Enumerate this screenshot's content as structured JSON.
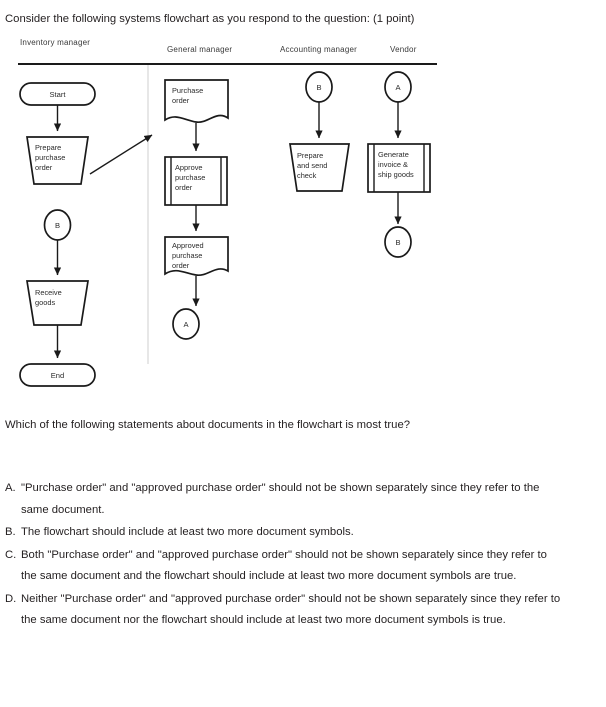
{
  "prompt": "Consider the following systems flowchart as you respond to the question: (1 point)",
  "question": "Which of the following statements about documents in the flowchart is most true?",
  "flowchart": {
    "columns": [
      {
        "header": "Inventory manager"
      },
      {
        "header": "General manager"
      },
      {
        "header": "Accounting manager"
      },
      {
        "header": "Vendor"
      }
    ],
    "nodes": {
      "start": "Start",
      "prepare_purchase_order": "Prepare purchase order",
      "connector_b_inventory": "B",
      "receive_goods": "Receive goods",
      "end": "End",
      "purchase_order": "Purchase order",
      "approve_purchase_order": "Approve purchase order",
      "approved_purchase_order": "Approved purchase order",
      "connector_a_general": "A",
      "connector_b_accounting": "B",
      "prepare_and_send_check": "Prepare and send check",
      "connector_a_vendor": "A",
      "generate_invoice_ship_goods": "Generate invoice & ship goods",
      "connector_b_vendor": "B"
    },
    "node_lines": {
      "start": [
        "Start"
      ],
      "prepare_purchase_order": [
        "Prepare",
        "purchase",
        "order"
      ],
      "connector_b_inventory": [
        "B"
      ],
      "receive_goods": [
        "Receive",
        "goods"
      ],
      "end": [
        "End"
      ],
      "purchase_order": [
        "Purchase",
        "order"
      ],
      "approve_purchase_order": [
        "Approve",
        "purchase",
        "order"
      ],
      "approved_purchase_order": [
        "Approved",
        "purchase",
        "order"
      ],
      "connector_a_general": [
        "A"
      ],
      "connector_b_accounting": [
        "B"
      ],
      "prepare_and_send_check": [
        "Prepare",
        "and send",
        "check"
      ],
      "connector_a_vendor": [
        "A"
      ],
      "generate_invoice_ship_goods": [
        "Generate",
        "invoice &",
        "ship goods"
      ],
      "connector_b_vendor": [
        "B"
      ]
    }
  },
  "options": [
    {
      "letter": "A.",
      "text": "\"Purchase order\" and \"approved purchase order\" should not be shown separately since they refer to the same document."
    },
    {
      "letter": "B.",
      "text": "The flowchart should include at least two more document symbols."
    },
    {
      "letter": "C.",
      "text": "Both \"Purchase order\" and \"approved purchase order\" should not be shown separately since they refer to the same document and the flowchart should include at least two more document symbols are true."
    },
    {
      "letter": "D.",
      "text": "Neither \"Purchase order\" and \"approved purchase order\" should not be shown separately since they refer to the same document nor the flowchart should include at least two more document symbols is true."
    }
  ],
  "colors": {
    "text": "#231f20",
    "stroke": "#1a1a1a",
    "background": "#ffffff"
  }
}
